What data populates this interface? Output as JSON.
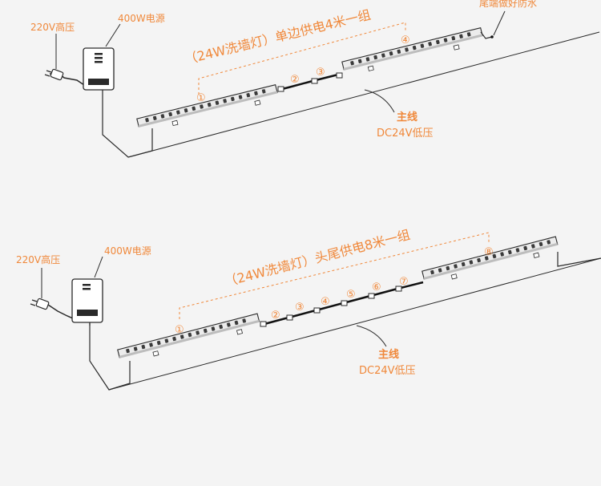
{
  "colors": {
    "accent": "#f0883a",
    "line": "#2a2a2a",
    "bar_body": "#e9e9e9",
    "led": "#3a3a3a",
    "connector": "#111111"
  },
  "top": {
    "voltage_label": "220V高压",
    "psu_label": "400W电源",
    "title": "（24W洗墙灯）单边供电4米一组",
    "end_label": "尾端做好防水",
    "main_label": "主线",
    "low_label": "DC24V低压",
    "numbers": [
      "①",
      "②",
      "③",
      "④"
    ]
  },
  "bottom": {
    "voltage_label": "220V高压",
    "psu_label": "400W电源",
    "title": "（24W洗墙灯）头尾供电8米一组",
    "main_label": "主线",
    "low_label": "DC24V低压",
    "numbers": [
      "①",
      "②",
      "③",
      "④",
      "⑤",
      "⑥",
      "⑦",
      "⑧"
    ]
  }
}
